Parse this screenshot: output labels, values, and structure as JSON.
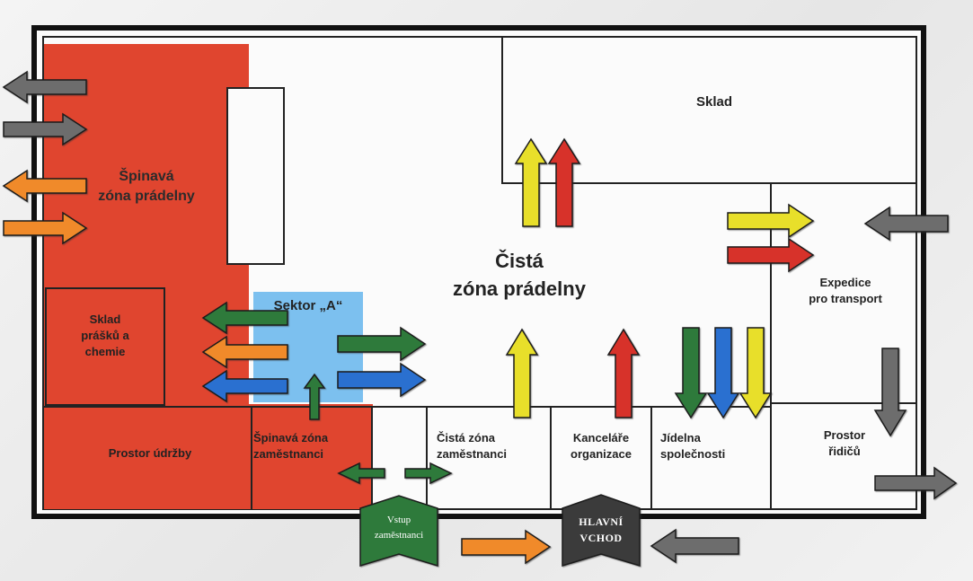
{
  "zones": {
    "dirty_laundry": "Špinavá\nzóna prádelny",
    "clean_laundry": "Čistá\nzóna prádelny",
    "warehouse": "Sklad",
    "powder_storage": "Sklad\nprášků a\nchemie",
    "sector_a": "Sektor „A“",
    "maintenance": "Prostor údržby",
    "dirty_staff": "Špinavá zóna\nzaměstnanci",
    "clean_staff": "Čistá zóna\nzaměstnanci",
    "offices": "Kanceláře\norganizace",
    "canteen": "Jídelna\nspolečnosti",
    "expedition": "Expedice\npro transport",
    "drivers": "Prostor\nřidičů"
  },
  "entrances": {
    "staff_entrance": "Vstup\nzaměstnanci",
    "main_entrance": "HLAVNÍ\nVCHOD"
  },
  "colors": {
    "red_zone": "#e0452f",
    "blue_zone": "#7cc0ef",
    "arrow_gray": "#6d6d6d",
    "arrow_orange": "#f08a2a",
    "arrow_yellow": "#e8df2a",
    "arrow_red": "#d7322b",
    "arrow_green": "#2e7a3a",
    "arrow_blue": "#2a6fd0",
    "entrance_green": "#2e7a3a",
    "entrance_dark": "#3a3a3a"
  }
}
